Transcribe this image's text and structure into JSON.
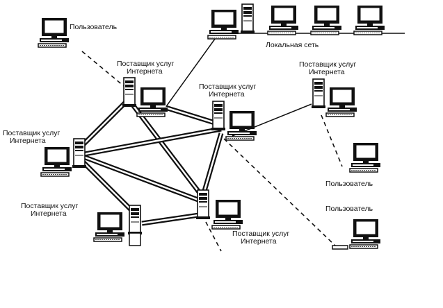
{
  "labels": {
    "isp": "Поставщик услуг Интернета",
    "isp_line1": "Поставщик услуг",
    "isp_line2": "Интернета",
    "user": "Пользователь",
    "lan": "Локальная сеть"
  },
  "colors": {
    "ink": "#111111",
    "screen": "#ffffff",
    "background": "#ffffff"
  },
  "icons": {
    "computer": "desktop-computer-icon",
    "server": "tower-server-icon"
  }
}
